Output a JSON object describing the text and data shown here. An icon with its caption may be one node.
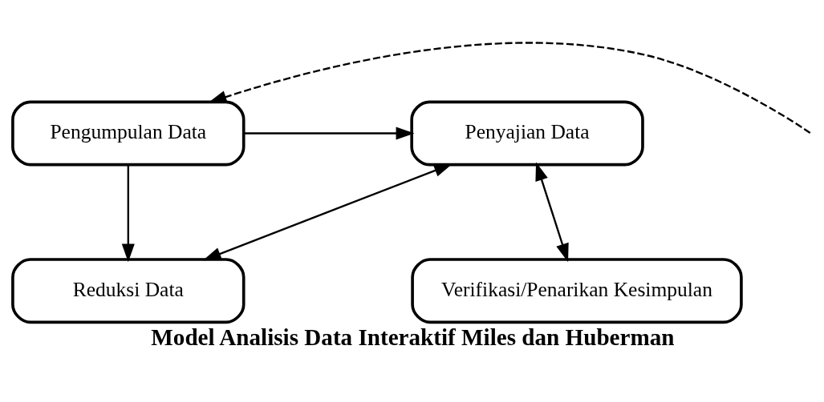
{
  "diagram": {
    "caption": "Model Analisis Data Interaktif Miles dan Huberman",
    "nodes": [
      {
        "text": [
          "Pengumpulan Data"
        ]
      },
      {
        "text": [
          "Penyajian Data"
        ]
      },
      {
        "text": [
          "Reduksi Data"
        ]
      },
      {
        "text": [
          "Verifikasi/Penarikan Kesimpulan"
        ]
      }
    ],
    "edges": [
      {
        "from": 0,
        "to": 1,
        "arrow": "to"
      },
      {
        "from": 0,
        "to": 2,
        "arrow": "to"
      },
      {
        "from": 2,
        "to": 1,
        "arrow": "both"
      },
      {
        "from": 1,
        "to": 3,
        "arrow": "both"
      },
      {
        "from": null,
        "to": 0,
        "arrow": "to",
        "style": "dashed"
      }
    ]
  }
}
